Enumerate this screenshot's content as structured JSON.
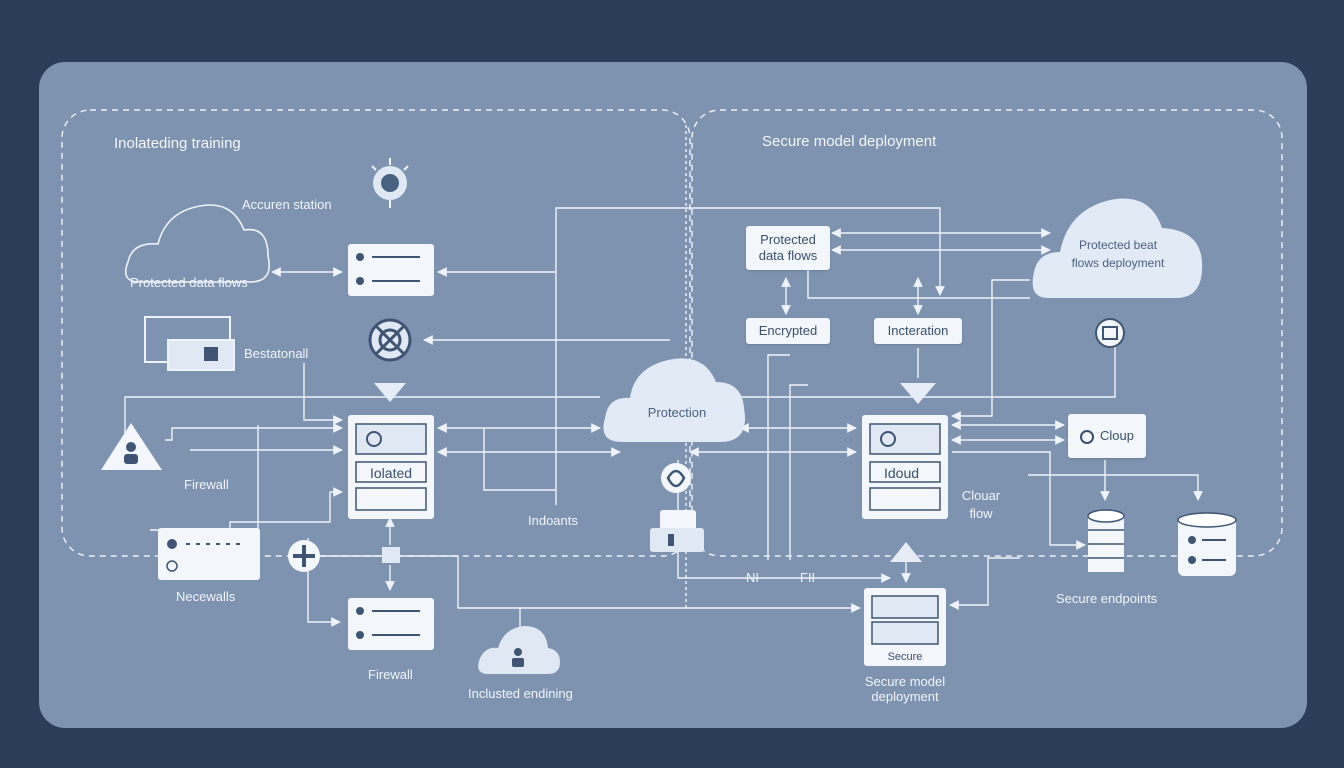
{
  "zones": {
    "left_title": "Inolateding training",
    "right_title": "Secure model deployment"
  },
  "labels": {
    "accuren": "Accuren station",
    "protected_flows_left": "Protected data flows",
    "bestatonall": "Bestatonall",
    "firewall_left": "Firewall",
    "necewalls": "Necewalls",
    "firewall_bottom": "Firewall",
    "inclusted": "Inclusted endining",
    "indoants": "Indoants",
    "protection": "Protection",
    "protected_flows_box": "Protected data flows",
    "encrypted": "Encrypted",
    "incteration": "Incteration",
    "cloud_right": "Protected beat flows deployment",
    "cloud_label": "Clouar flow",
    "cloup": "Cloup",
    "secure_endpoints": "Secure endpoints",
    "n1": "NI",
    "n2": "FII",
    "secure_box": "Secure",
    "secure_model": "Secure model deployment",
    "server_left_text": "Iolated",
    "server_right_text": "Idoud"
  },
  "colors": {
    "background": "#2b3d58",
    "panel": "#7d93b0",
    "line": "#eef3f9",
    "box_fill": "#f3f6fa",
    "box_text": "#3a4f6d",
    "cloud_fill": "#dfe8f3",
    "icon_dark": "#3f5573"
  },
  "icons": [
    "bug-icon",
    "gear-icon",
    "warning-user-icon",
    "plus-icon",
    "lock-icon",
    "shield-icon",
    "database-icon",
    "cloud-user-icon"
  ]
}
